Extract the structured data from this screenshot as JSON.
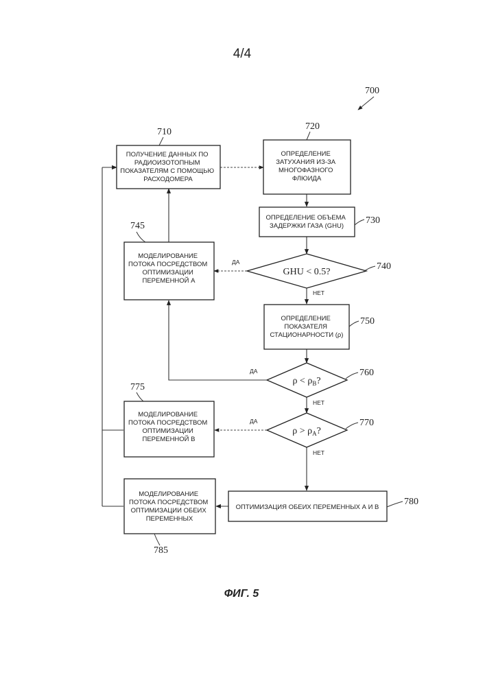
{
  "page_number": "4/4",
  "figure_caption": "ФИГ. 5",
  "figure_ref": "700",
  "steps": {
    "s710": {
      "ref": "710",
      "lines": [
        "ПОЛУЧЕНИЕ ДАННЫХ ПО",
        "РАДИОИЗОТОПНЫМ",
        "ПОКАЗАТЕЛЯМ С ПОМОЩЬЮ",
        "РАСХОДОМЕРА"
      ]
    },
    "s720": {
      "ref": "720",
      "lines": [
        "ОПРЕДЕЛЕНИЕ",
        "ЗАТУХАНИЯ ИЗ-ЗА",
        "МНОГОФАЗНОГО",
        "ФЛЮИДА"
      ]
    },
    "s730": {
      "ref": "730",
      "lines": [
        "ОПРЕДЕЛЕНИЕ ОБЪЕМА",
        "ЗАДЕРЖКИ ГАЗА (GHU)"
      ]
    },
    "s745": {
      "ref": "745",
      "lines": [
        "МОДЕЛИРОВАНИЕ",
        "ПОТОКА ПОСРЕДСТВОМ",
        "ОПТИМИЗАЦИИ",
        "ПЕРЕМЕННОЙ А"
      ]
    },
    "s750": {
      "ref": "750",
      "lines": [
        "ОПРЕДЕЛЕНИЕ",
        "ПОКАЗАТЕЛЯ",
        "СТАЦИОНАРНОСТИ (ρ)"
      ]
    },
    "s775": {
      "ref": "775",
      "lines": [
        "МОДЕЛИРОВАНИЕ",
        "ПОТОКА ПОСРЕДСТВОМ",
        "ОПТИМИЗАЦИИ",
        "ПЕРЕМЕННОЙ В"
      ]
    },
    "s780": {
      "ref": "780",
      "lines": [
        "ОПТИМИЗАЦИЯ ОБЕИХ ПЕРЕМЕННЫХ А И В"
      ]
    },
    "s785": {
      "ref": "785",
      "lines": [
        "МОДЕЛИРОВАНИЕ",
        "ПОТОКА ПОСРЕДСТВОМ",
        "ОПТИМИЗАЦИИ ОБЕИХ",
        "ПЕРЕМЕННЫХ"
      ]
    }
  },
  "decisions": {
    "d740": {
      "ref": "740",
      "text": "GHU < 0.5?"
    },
    "d760": {
      "ref": "760",
      "base": "ρ < ρ",
      "subscript": "B",
      "suffix": "?"
    },
    "d770": {
      "ref": "770",
      "base": "ρ > ρ",
      "subscript": "A",
      "suffix": "?"
    }
  },
  "edge_labels": {
    "yes": "ДА",
    "no": "НЕТ"
  }
}
